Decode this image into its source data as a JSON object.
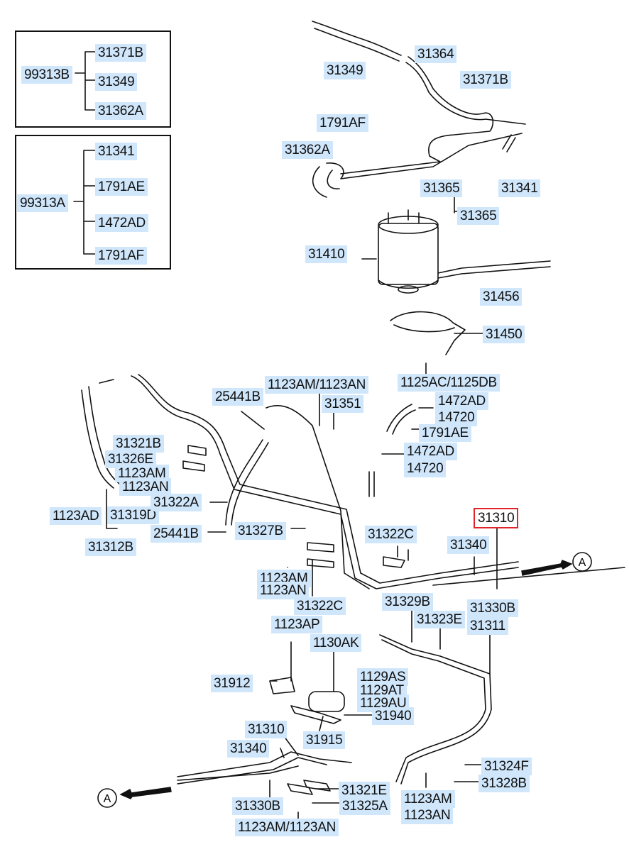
{
  "legend_box_1": {
    "group": "99313B",
    "items": [
      "31371B",
      "31349",
      "31362A"
    ]
  },
  "legend_box_2": {
    "group": "99313A",
    "items": [
      "31341",
      "1791AE",
      "1472AD",
      "1791AF"
    ]
  },
  "labels": [
    {
      "text": "31349"
    },
    {
      "text": "31364"
    },
    {
      "text": "31371B"
    },
    {
      "text": "1791AF"
    },
    {
      "text": "31362A"
    },
    {
      "text": "31365"
    },
    {
      "text": "31341"
    },
    {
      "text": "31365"
    },
    {
      "text": "31410"
    },
    {
      "text": "31456"
    },
    {
      "text": "31450"
    },
    {
      "text": "1125AC/1125DB"
    },
    {
      "text": "1123AM/1123AN"
    },
    {
      "text": "25441B"
    },
    {
      "text": "31351"
    },
    {
      "text": "1472AD"
    },
    {
      "text": "14720"
    },
    {
      "text": "1791AE"
    },
    {
      "text": "1472AD"
    },
    {
      "text": "14720"
    },
    {
      "text": "31321B"
    },
    {
      "text": "31326E"
    },
    {
      "text": "1123AM"
    },
    {
      "text": "1123AN"
    },
    {
      "text": "1123AD"
    },
    {
      "text": "31319D"
    },
    {
      "text": "31312B"
    },
    {
      "text": "31322A"
    },
    {
      "text": "25441B"
    },
    {
      "text": "31327B"
    },
    {
      "text": "31322C"
    },
    {
      "text": "31310",
      "highlight": true
    },
    {
      "text": "31340"
    },
    {
      "text": "1123AM"
    },
    {
      "text": "1123AN"
    },
    {
      "text": "31322C"
    },
    {
      "text": "31329B"
    },
    {
      "text": "31330B"
    },
    {
      "text": "31323E"
    },
    {
      "text": "31311"
    },
    {
      "text": "1123AP"
    },
    {
      "text": "1130AK"
    },
    {
      "text": "31912"
    },
    {
      "text": "1129AS"
    },
    {
      "text": "1129AT"
    },
    {
      "text": "1129AU"
    },
    {
      "text": "31940"
    },
    {
      "text": "31310"
    },
    {
      "text": "31915"
    },
    {
      "text": "31340"
    },
    {
      "text": "31324F"
    },
    {
      "text": "31328B"
    },
    {
      "text": "31321E"
    },
    {
      "text": "31330B"
    },
    {
      "text": "31325A"
    },
    {
      "text": "1123AM"
    },
    {
      "text": "1123AN"
    },
    {
      "text": "1123AM/1123AN"
    }
  ],
  "arrow_markers": [
    {
      "text": "A"
    },
    {
      "text": "A"
    }
  ],
  "colors": {
    "label_bg": "#cfe6fb",
    "highlight": "#e0242a",
    "line": "#111111"
  }
}
